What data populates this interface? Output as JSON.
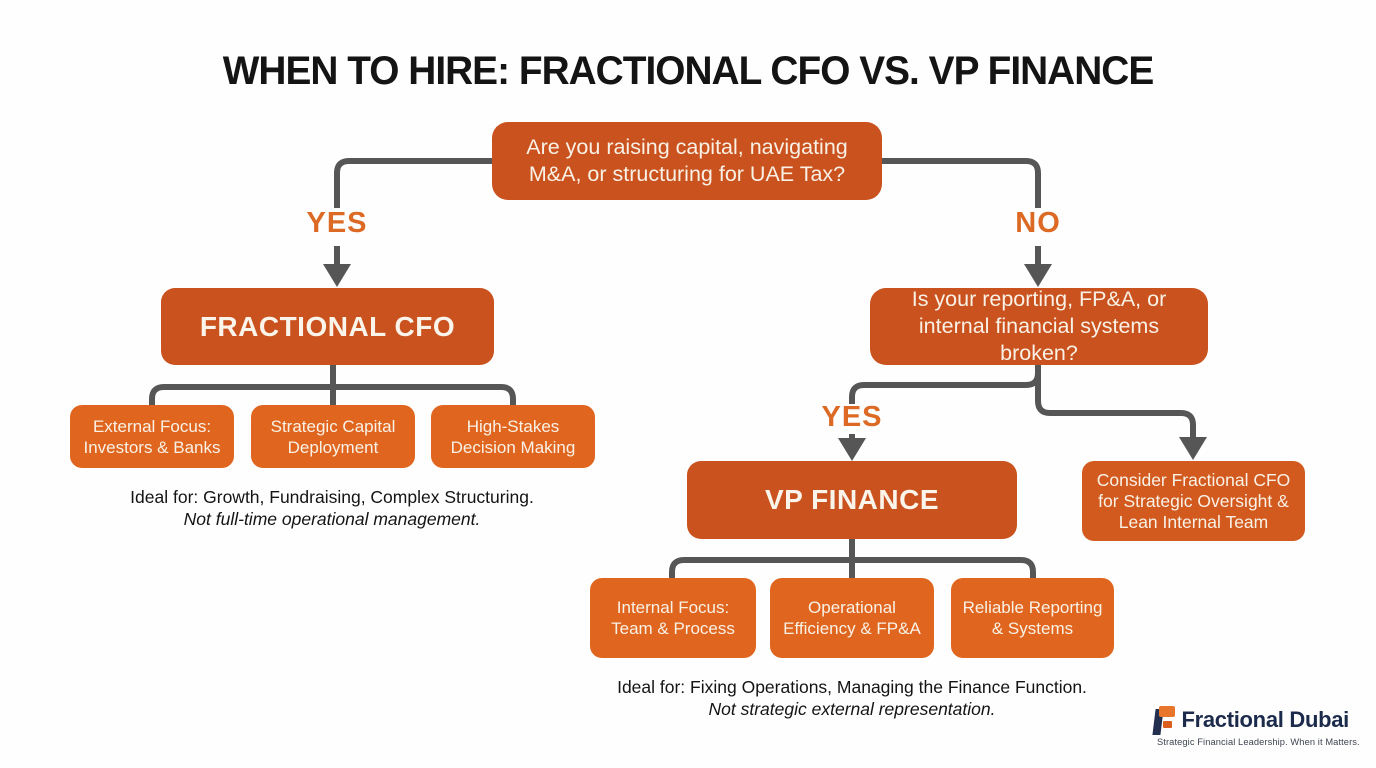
{
  "title": "WHEN TO HIRE: FRACTIONAL CFO VS. VP FINANCE",
  "colors": {
    "node_dark": "#ca521e",
    "node_mid": "#d25a1e",
    "node_light": "#e0661f",
    "connector_gray": "#565656",
    "branch_orange": "#dc6a24",
    "logo_navy": "#1c2b4b"
  },
  "flow": {
    "root_question": "Are you raising capital, navigating M&A, or structuring for UAE Tax?",
    "branch_yes": "YES",
    "branch_no": "NO",
    "fractional_cfo": {
      "title": "FRACTIONAL CFO",
      "benefits": [
        "External Focus: Investors & Banks",
        "Strategic Capital Deployment",
        "High-Stakes Decision Making"
      ],
      "ideal_for": "Ideal for: Growth, Fundraising, Complex Structuring.",
      "not_for": "Not full-time operational management."
    },
    "second_question": "Is your reporting, FP&A, or internal financial systems broken?",
    "second_yes": "YES",
    "vp_finance": {
      "title": "VP FINANCE",
      "benefits": [
        "Internal Focus: Team & Process",
        "Operational Efficiency & FP&A",
        "Reliable Reporting & Systems"
      ],
      "ideal_for": "Ideal for: Fixing Operations, Managing the Finance Function.",
      "not_for": "Not strategic external representation."
    },
    "alternative": "Consider Fractional CFO for Strategic Oversight & Lean Internal Team"
  },
  "logo": {
    "brand": "Fractional Dubai",
    "tagline": "Strategic Financial Leadership. When it Matters."
  }
}
